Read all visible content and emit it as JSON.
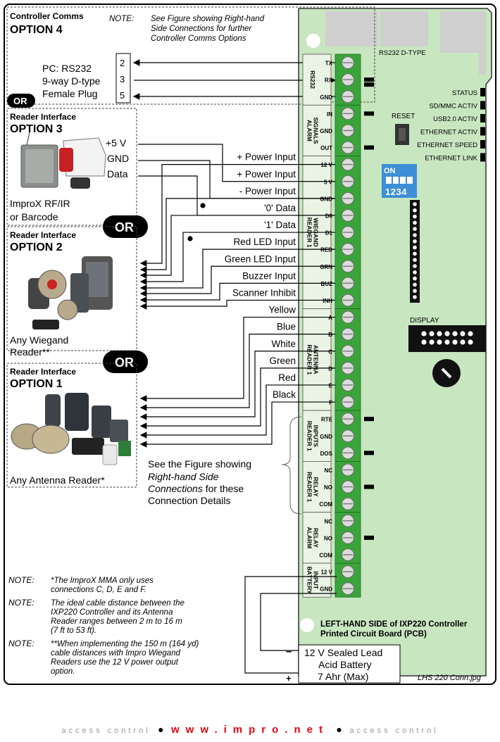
{
  "header": {
    "comms_title1": "Controller Comms",
    "comms_title2": "OPTION 4",
    "note_label": "NOTE:",
    "note_lines": [
      "See Figure showing Right-hand",
      "Side Connections for further",
      "Controller Comms Options"
    ]
  },
  "pc": {
    "lines": [
      "PC: RS232",
      "9-way D-type",
      "Female Plug"
    ],
    "pins": [
      "2",
      "3",
      "5"
    ]
  },
  "or_label": "OR",
  "option3": {
    "title1": "Reader Interface",
    "title2": "OPTION 3",
    "signals": [
      "+5 V",
      "GND",
      "Data"
    ],
    "caption": [
      "ImproX RF/IR",
      "or Barcode"
    ]
  },
  "option2": {
    "title1": "Reader Interface",
    "title2": "OPTION 2",
    "caption": [
      "Any Wiegand",
      "Reader**"
    ]
  },
  "option1": {
    "title1": "Reader Interface",
    "title2": "OPTION 1",
    "caption": "Any Antenna Reader*"
  },
  "wiegand_labels": [
    "+ Power Input",
    "+ Power Input",
    "- Power Input",
    "'0' Data",
    "'1' Data",
    "Red LED Input",
    "Green LED Input",
    "Buzzer Input",
    "Scanner Inhibit"
  ],
  "antenna_labels": [
    "Yellow",
    "Blue",
    "White",
    "Green",
    "Red",
    "Black"
  ],
  "see_figure": {
    "line1": "See the Figure showing",
    "italic1": "Right-hand Side",
    "italic2": "Connections",
    "line3": " for these",
    "line4": "Connection Details"
  },
  "notes": [
    {
      "label": "NOTE:",
      "lines": [
        "*The ImproX MMA only uses",
        "connections C, D, E and F."
      ]
    },
    {
      "label": "NOTE:",
      "lines": [
        "The ideal cable distance between the",
        "IXP220 Controller and its Antenna",
        "Reader ranges between 2 m to 16 m",
        "(7 ft to 53 ft)."
      ]
    },
    {
      "label": "NOTE:",
      "lines": [
        "**When implementing the 150 m (164 yd)",
        "cable distances with Impro Wiegand",
        "Readers use the 12 V power output",
        "option."
      ]
    }
  ],
  "battery": {
    "lines": [
      "12 V Sealed Lead",
      "Acid Battery",
      "7 Ahr (Max)"
    ],
    "minus": "–",
    "plus": "+"
  },
  "image_label": "LHS 220 Conn.jpg",
  "pcb": {
    "rs232_dtype": "RS232 D-TYPE",
    "reset": "RESET",
    "switch_on": "ON",
    "switch_numbers": "1234",
    "display": "DISPLAY",
    "board_title1": "LEFT-HAND SIDE of IXP220 Controller",
    "board_title2": "Printed Circuit Board (PCB)",
    "status_leds": [
      "STATUS",
      "SD/MMC ACTIV",
      "USB2.0 ACTIV",
      "ETHERNET ACTIV",
      "ETHERNET SPEED",
      "ETHERNET LINK"
    ],
    "groups": [
      {
        "name": [
          "RS232"
        ],
        "pins": [
          "TX",
          "RX",
          "GND"
        ]
      },
      {
        "name": [
          "ALARM",
          "SIGNALS"
        ],
        "pins": [
          "IN",
          "GND",
          "OUT"
        ]
      },
      {
        "name": [
          "READER 1",
          "WIEGAND"
        ],
        "pins": [
          "12 V",
          "5 V",
          "GND",
          "D0",
          "D1",
          "RED",
          "GRN",
          "BUZ",
          "INH"
        ]
      },
      {
        "name": [
          "READER 1",
          "ANTENNA"
        ],
        "pins": [
          "A",
          "B",
          "C",
          "D",
          "E",
          "F"
        ]
      },
      {
        "name": [
          "READER 1",
          "INPUTS"
        ],
        "pins": [
          "RTE",
          "GND",
          "DOS"
        ]
      },
      {
        "name": [
          "READER 1",
          "RELAY"
        ],
        "pins": [
          "NC",
          "NO",
          "COM"
        ]
      },
      {
        "name": [
          "ALARM",
          "RELAY"
        ],
        "pins": [
          "NC",
          "NO",
          "COM"
        ]
      },
      {
        "name": [
          "BATTERY",
          "INPUT"
        ],
        "pins": [
          "12 V",
          "GND"
        ]
      }
    ]
  },
  "footer": {
    "left": "access control",
    "url": "www.impro.net",
    "right": "access control"
  },
  "colors": {
    "pcb": "#c8e6c0",
    "terminal": "#3aa43a",
    "switch": "#3d8fd8",
    "url": "#e30613"
  }
}
